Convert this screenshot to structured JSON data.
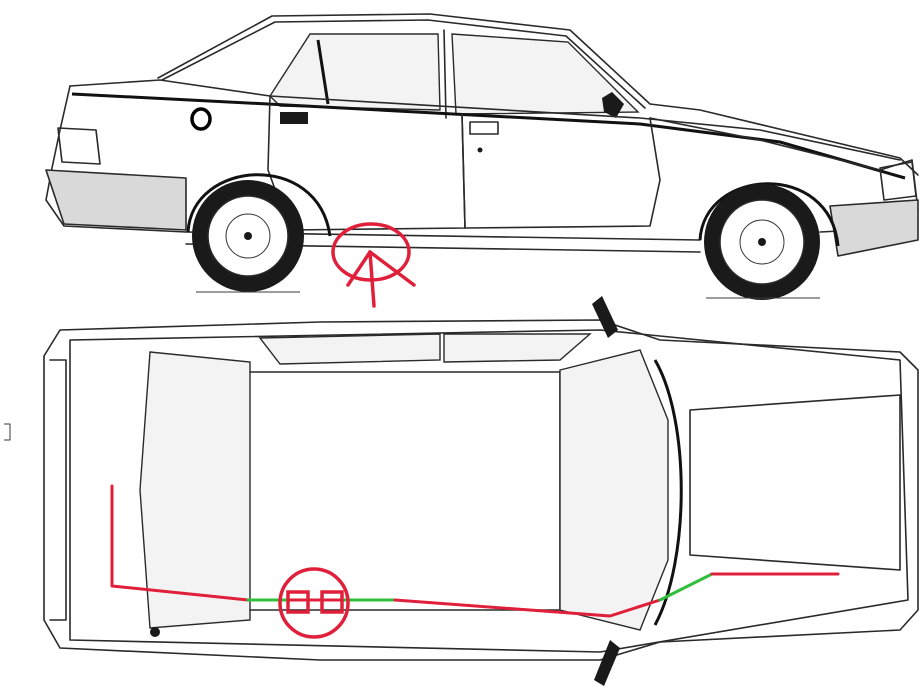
{
  "colors": {
    "background": "#ffffff",
    "linework": "#2a2a2a",
    "marker_red": "#e0203a",
    "route_green": "#2fbf3a",
    "marker_black": "#000000"
  },
  "annotations": {
    "side_view_circle": {
      "shape": "circle-with-arrow",
      "color": "marker_red"
    },
    "fuel_cap_ring": {
      "shape": "small-ring",
      "color": "marker_black"
    },
    "top_view_circle": {
      "shape": "circle-with-two-boxes",
      "color": "marker_red"
    },
    "route": {
      "segments": [
        "red",
        "green",
        "red",
        "green",
        "red",
        "green",
        "red"
      ]
    }
  },
  "views": [
    "side-view",
    "top-view"
  ]
}
